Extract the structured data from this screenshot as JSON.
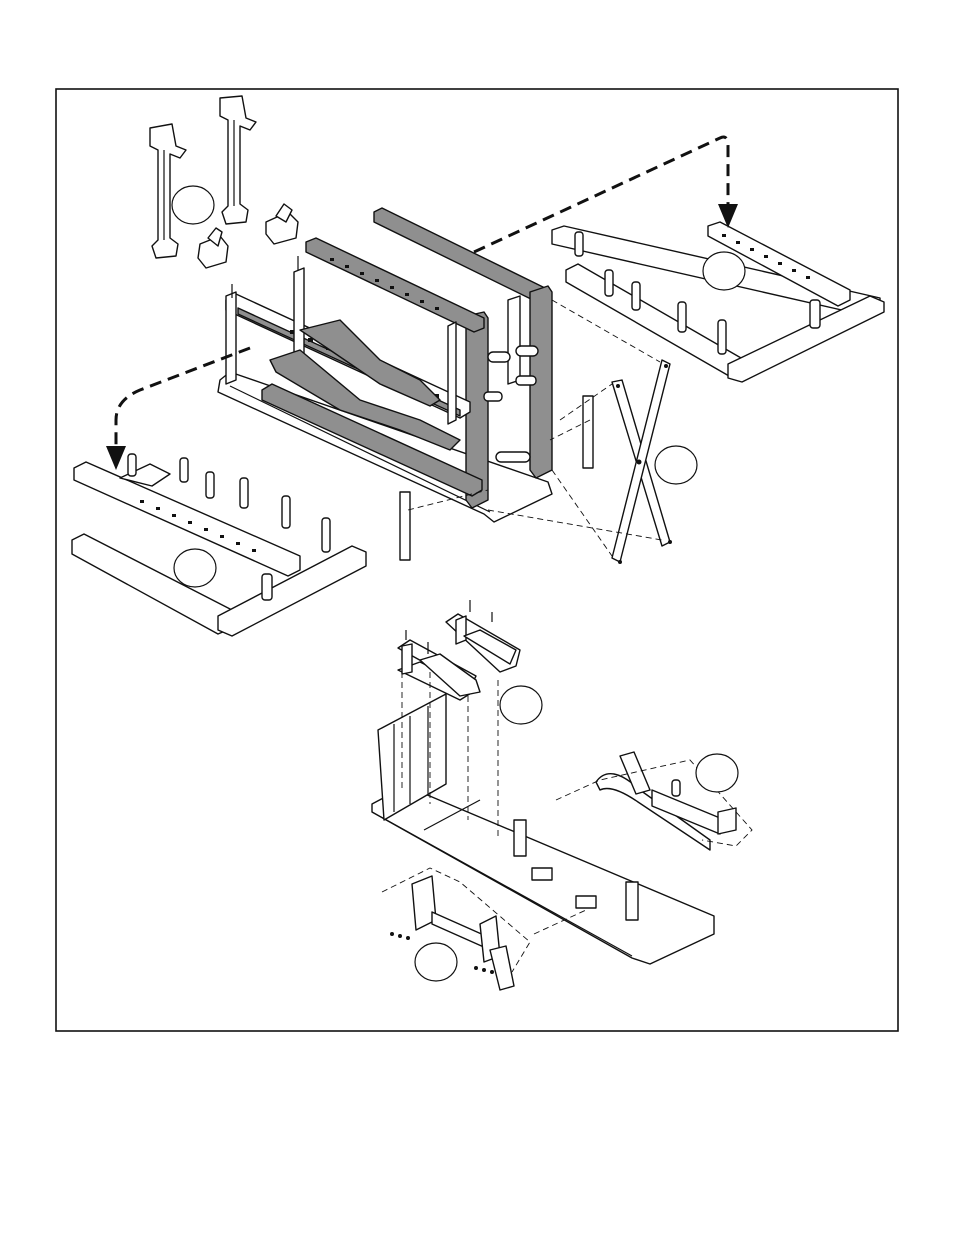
{
  "figure": {
    "kind": "exploded assembly diagram",
    "border_color": "#111111",
    "background": "#ffffff",
    "callouts": [
      {
        "id": "callout-guide-brackets",
        "label": ""
      },
      {
        "id": "callout-rear-base-frame",
        "label": ""
      },
      {
        "id": "callout-front-base-frame",
        "label": ""
      },
      {
        "id": "callout-cross-brace",
        "label": ""
      },
      {
        "id": "callout-seat-supports",
        "label": ""
      },
      {
        "id": "callout-leg-extension",
        "label": ""
      },
      {
        "id": "callout-foot-assembly",
        "label": ""
      }
    ],
    "icons": [
      "arrow-down-icon"
    ]
  }
}
